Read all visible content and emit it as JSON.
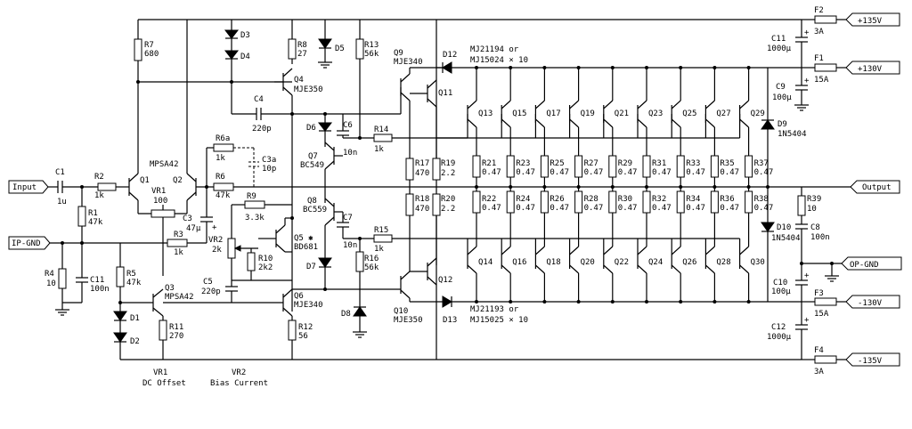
{
  "ports": {
    "input": "Input",
    "ip_gnd": "IP-GND",
    "output": "Output",
    "op_gnd": "OP-GND",
    "p135": "+135V",
    "p130": "+130V",
    "n130": "-130V",
    "n135": "-135V"
  },
  "fuses": {
    "f2": "F2",
    "f2v": "3A",
    "f1": "F1",
    "f1v": "15A",
    "f3": "F3",
    "f3v": "15A",
    "f4": "F4",
    "f4v": "3A"
  },
  "parts": {
    "c1": "C1",
    "c1v": "1u",
    "r2": "R2",
    "r2v": "1k",
    "r1": "R1",
    "r1v": "47k",
    "r4": "R4",
    "r4v": "10",
    "c11a": "C11",
    "c11av": "100n",
    "r7": "R7",
    "r7v": "680",
    "q1": "Q1",
    "q2": "Q2",
    "mpsa42": "MPSA42",
    "vr1": "VR1",
    "vr1v": "100",
    "r5": "R5",
    "r5v": "47k",
    "q3": "Q3",
    "q3t": "MPSA42",
    "d1": "D1",
    "d2": "D2",
    "r11": "R11",
    "r11v": "270",
    "c3": "C3",
    "c3v": "47µ",
    "r3": "R3",
    "r3v": "1k",
    "r6a": "R6a",
    "r6av": "1k",
    "c3a": "C3a",
    "c3av": "10p",
    "r6": "R6",
    "r6v": "47k",
    "d3": "D3",
    "d4": "D4",
    "c4": "C4",
    "c4v": "220p",
    "r8": "R8",
    "r8v": "27",
    "q4": "Q4",
    "q4t": "MJE350",
    "d5": "D5",
    "r13": "R13",
    "r13v": "56k",
    "d6": "D6",
    "c6": "C6",
    "c6v": "10n",
    "q7": "Q7",
    "q7t": "BC549",
    "r14": "R14",
    "r14v": "1k",
    "r9": "R9",
    "r9v": "3.3k",
    "q8": "Q8",
    "q8t": "BC559",
    "vr2": "VR2",
    "vr2v": "2k",
    "r10": "R10",
    "r10v": "2k2",
    "q5": "Q5 ✱",
    "q5t": "BD681",
    "c7": "C7",
    "c7v": "10n",
    "r15": "R15",
    "r15v": "1k",
    "d7": "D7",
    "r16": "R16",
    "r16v": "56k",
    "c5": "C5",
    "c5v": "220p",
    "q6": "Q6",
    "q6t": "MJE340",
    "r12": "R12",
    "r12v": "56",
    "d8": "D8",
    "q9": "Q9",
    "q9t": "MJE340",
    "q10": "Q10",
    "q10t": "MJE350",
    "q11": "Q11",
    "q12": "Q12",
    "d12": "D12",
    "d13": "D13",
    "npn_note1": "MJ21194 or",
    "npn_note2": "MJ15024 × 10",
    "pnp_note1": "MJ21193 or",
    "pnp_note2": "MJ15025 × 10",
    "r17": "R17",
    "r17v": "470",
    "r18": "R18",
    "r18v": "470",
    "r19": "R19",
    "r19v": "2.2",
    "r20": "R20",
    "r20v": "2.2",
    "c11b": "C11",
    "c11bv": "1000µ",
    "c9": "C9",
    "c9v": "100µ",
    "d9": "D9",
    "d9t": "1N5404",
    "d10": "D10",
    "d10t": "1N5404",
    "r39": "R39",
    "r39v": "10",
    "c8": "C8",
    "c8v": "100n",
    "c10": "C10",
    "c10v": "100µ",
    "c12": "C12",
    "c12v": "1000µ"
  },
  "output_npn": [
    "Q13",
    "Q15",
    "Q17",
    "Q19",
    "Q21",
    "Q23",
    "Q25",
    "Q27",
    "Q29"
  ],
  "output_pnp": [
    "Q14",
    "Q16",
    "Q18",
    "Q20",
    "Q22",
    "Q24",
    "Q26",
    "Q28",
    "Q30"
  ],
  "emitter_upper": [
    "R21",
    "R23",
    "R25",
    "R27",
    "R29",
    "R31",
    "R33",
    "R35",
    "R37"
  ],
  "emitter_lower": [
    "R22",
    "R24",
    "R26",
    "R28",
    "R30",
    "R32",
    "R34",
    "R36",
    "R38"
  ],
  "emitter_value": "0.47",
  "footer": {
    "vr1": "VR1",
    "vr1d": "DC Offset",
    "vr2": "VR2",
    "vr2d": "Bias Current"
  }
}
